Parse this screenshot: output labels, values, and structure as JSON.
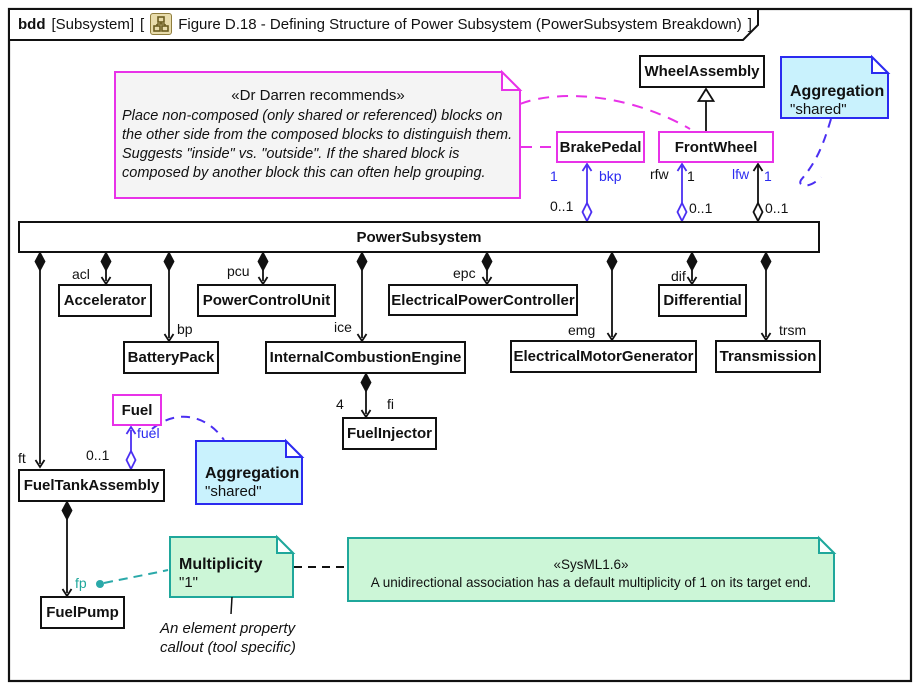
{
  "tab": {
    "keyword": "bdd",
    "context": "[Subsystem]",
    "open_bracket": "[",
    "icon": "diagram-icon",
    "title": "Figure D.18 - Defining Structure of Power Subsystem (PowerSubsystem Breakdown)",
    "close_bracket": "]"
  },
  "blocks": {
    "wheel_assembly": "WheelAssembly",
    "brake_pedal": "BrakePedal",
    "front_wheel": "FrontWheel",
    "power_subsystem": "PowerSubsystem",
    "accelerator": "Accelerator",
    "power_control_unit": "PowerControlUnit",
    "electrical_power_controller": "ElectricalPowerController",
    "differential": "Differential",
    "battery_pack": "BatteryPack",
    "internal_combustion_engine": "InternalCombustionEngine",
    "electrical_motor_generator": "ElectricalMotorGenerator",
    "transmission": "Transmission",
    "fuel": "Fuel",
    "fuel_injector": "FuelInjector",
    "fuel_tank_assembly": "FuelTankAssembly",
    "fuel_pump": "FuelPump"
  },
  "labels": {
    "acl": "acl",
    "pcu": "pcu",
    "epc": "epc",
    "dif": "dif",
    "bp": "bp",
    "ice": "ice",
    "emg": "emg",
    "trsm": "trsm",
    "ft": "ft",
    "fp": "fp",
    "fi": "fi",
    "fi_mult": "4",
    "fuel": "fuel",
    "fuel_mult_src": "0..1",
    "bkp": "bkp",
    "bkp_mult_tgt": "1",
    "bkp_mult_src": "0..1",
    "rfw": "rfw",
    "rfw_mult_tgt": "1",
    "rfw_mult_src": "0..1",
    "lfw": "lfw",
    "lfw_mult_tgt": "1",
    "lfw_mult_src": "0..1"
  },
  "notes": {
    "dr_darren": {
      "stereotype": "«Dr Darren recommends»",
      "body": "Place non-composed (only shared or referenced) blocks on the other side from the composed blocks to distinguish them. Suggests \"inside\" vs. \"outside\". If the shared block is composed by another block this can often help grouping."
    },
    "aggregation_top": {
      "title": "Aggregation",
      "value": "\"shared\""
    },
    "aggregation_fuel": {
      "title": "Aggregation",
      "value": "\"shared\""
    },
    "multiplicity": {
      "title": "Multiplicity",
      "value": "\"1\""
    },
    "sysml": {
      "stereotype": "«SysML1.6»",
      "body": "A unidirectional association has a default multiplicity of 1 on its target end."
    },
    "callout_caption": "An element property callout (tool specific)"
  },
  "colors": {
    "magenta": "#e832e8",
    "blue": "#2b2bf0",
    "violet": "#4b2ff2",
    "teal": "#1fa79b",
    "tealline": "#2aa9a9",
    "cyanfill": "#c9f2fd",
    "greenfill": "#ccf6d7",
    "grayfill": "#f4f4f4",
    "ink": "#111111"
  }
}
